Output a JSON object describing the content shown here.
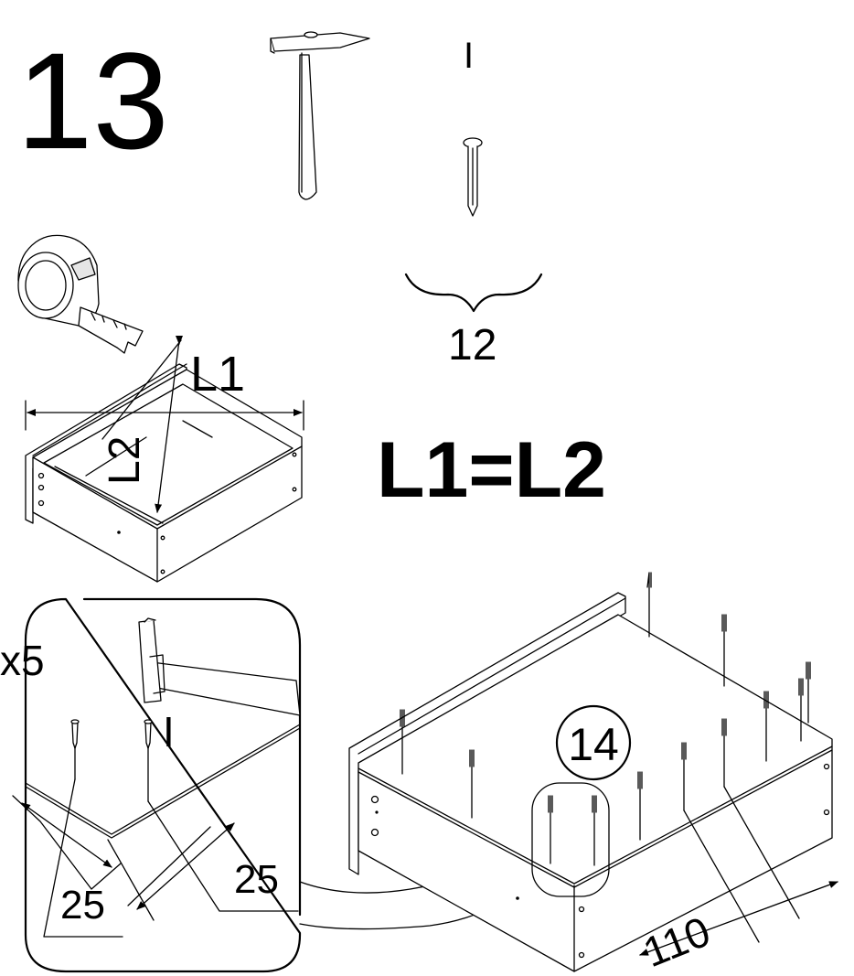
{
  "step": {
    "number": "13",
    "nail_count": "12",
    "equal_label": "L1=L2",
    "measure_l1": "L1",
    "measure_l2": "L2",
    "repeat_label": "x5",
    "part_number": "14",
    "dim_left": "25",
    "dim_right": "25",
    "dim_spacing": "110",
    "nail_marker_top": "I",
    "nail_marker_detail": "I"
  },
  "icons": [
    "hammer-icon",
    "nail-icon",
    "tape-measure-icon",
    "brace-icon"
  ]
}
